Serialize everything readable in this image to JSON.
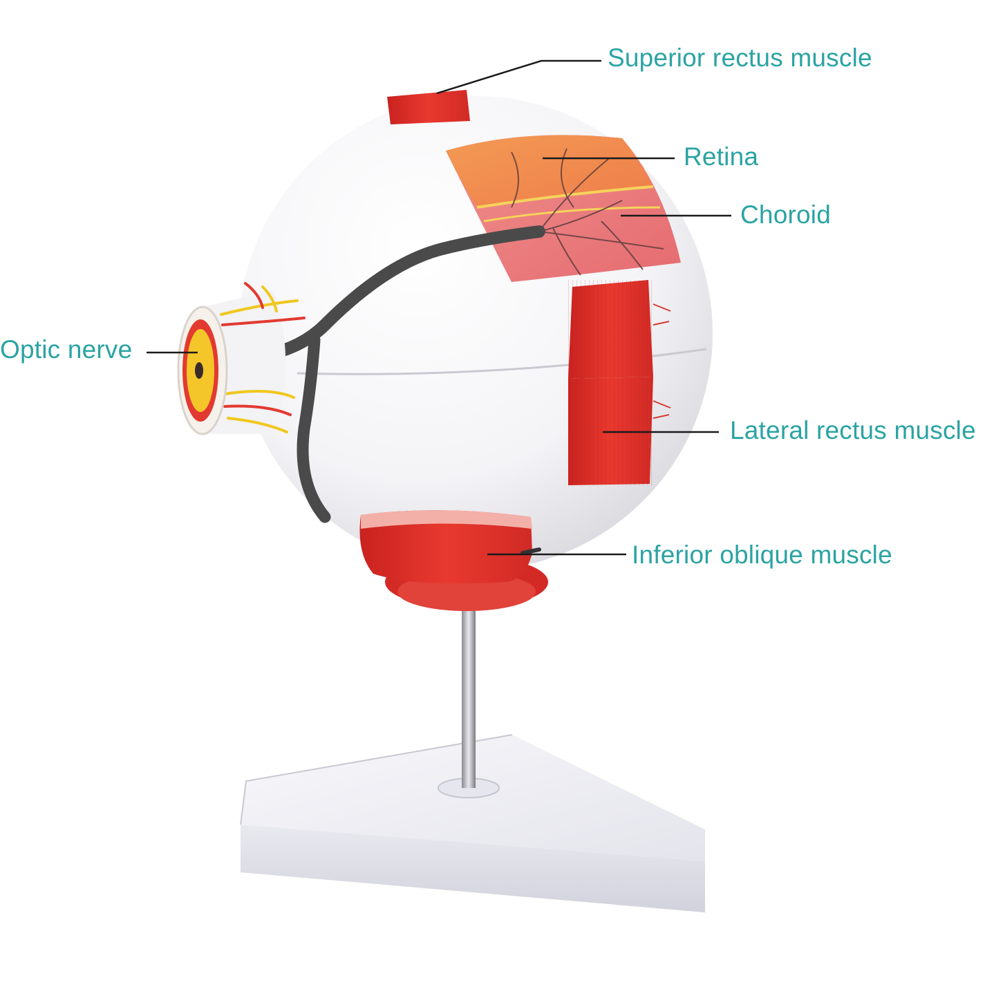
{
  "colors": {
    "label_text": "#2ba3a3",
    "leader_line": "#1a1a1a",
    "sclera": "#f5f4f6",
    "muscle": "#e4332c",
    "retina": "#f08a4b",
    "choroid": "#ea7a7c",
    "vessel": "#4a4a4a",
    "stand": "#f0f0f4"
  },
  "icons": {
    "model": "eye-anatomy-model-illustration",
    "stand": "display-stand"
  },
  "labels": {
    "superior_rectus": "Superior rectus muscle",
    "retina": "Retina",
    "choroid": "Choroid",
    "optic_nerve": "Optic nerve",
    "lateral_rectus": "Lateral rectus muscle",
    "inferior_oblique": "Inferior oblique muscle"
  }
}
